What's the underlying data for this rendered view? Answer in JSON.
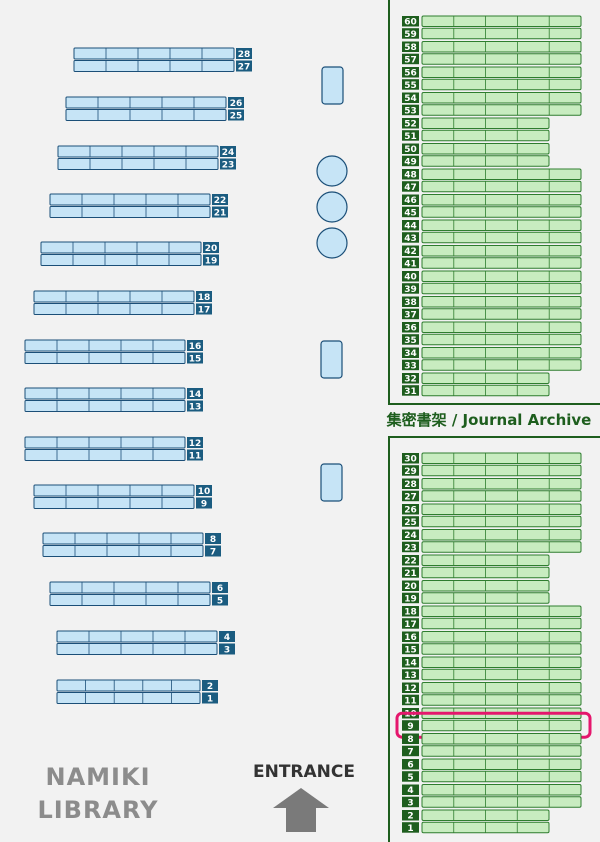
{
  "library": {
    "name_line1": "NAMIKI",
    "name_line2": "LIBRARY"
  },
  "entrance": {
    "label": "ENTRANCE"
  },
  "archive": {
    "label": "集密書架 / Journal Archive"
  },
  "colors": {
    "general_shelf_fill": "#c6e4f6",
    "general_shelf_border": "#1b4f78",
    "general_tag": "#1b5c80",
    "archive_shelf_fill": "#c8ecc0",
    "archive_shelf_border": "#2e7d2e",
    "archive_tag": "#1e5e1e",
    "highlight": "#e5176d",
    "label_gray": "#8c8c8c"
  },
  "general_shelves": [
    "1",
    "2",
    "3",
    "4",
    "5",
    "6",
    "7",
    "8",
    "9",
    "10",
    "11",
    "12",
    "13",
    "14",
    "15",
    "16",
    "17",
    "18",
    "19",
    "20",
    "21",
    "22",
    "23",
    "24",
    "25",
    "26",
    "27",
    "28"
  ],
  "archive_shelves_upper": [
    "31",
    "32",
    "33",
    "34",
    "35",
    "36",
    "37",
    "38",
    "39",
    "40",
    "41",
    "42",
    "43",
    "44",
    "45",
    "46",
    "47",
    "48",
    "49",
    "50",
    "51",
    "52",
    "53",
    "54",
    "55",
    "56",
    "57",
    "58",
    "59",
    "60"
  ],
  "archive_shelves_lower": [
    "1",
    "2",
    "3",
    "4",
    "5",
    "6",
    "7",
    "8",
    "9",
    "10",
    "11",
    "12",
    "13",
    "14",
    "15",
    "16",
    "17",
    "18",
    "19",
    "20",
    "21",
    "22",
    "23",
    "24",
    "25",
    "26",
    "27",
    "28",
    "29",
    "30"
  ],
  "highlighted_shelf": "9",
  "furniture": [
    "table",
    "round-table",
    "round-table",
    "round-table",
    "table",
    "table"
  ]
}
